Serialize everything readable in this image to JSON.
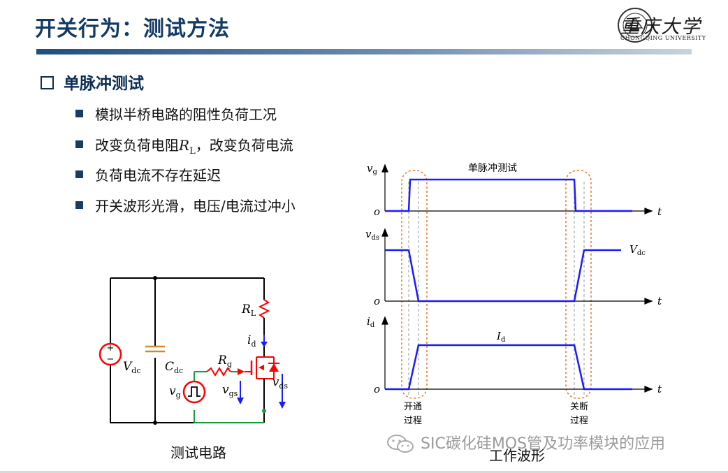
{
  "header": {
    "title": "开关行为：测试方法",
    "logo_name": "重庆大学",
    "logo_en": "CHONGQING UNIVERSITY"
  },
  "section": {
    "heading": "单脉冲测试",
    "bullets": [
      {
        "text": "模拟半桥电路的阻性负荷工况"
      },
      {
        "pre": "改变负荷电阻",
        "math": "R",
        "sub": "L",
        "post": "，改变负荷电流"
      },
      {
        "text": "负荷电流不存在延迟"
      },
      {
        "text": "开关波形光滑，电压/电流过冲小"
      }
    ]
  },
  "circuit": {
    "caption": "测试电路",
    "labels": {
      "vdc": "V",
      "vdc_sub": "dc",
      "cdc": "C",
      "cdc_sub": "dc",
      "rl": "R",
      "rl_sub": "L",
      "id": "i",
      "id_sub": "d",
      "rg": "R",
      "rg_sub": "g",
      "vg": "v",
      "vg_sub": "g",
      "vgs": "v",
      "vgs_sub": "gs",
      "vds": "v",
      "vds_sub": "ds",
      "plus": "+",
      "minus": "−"
    }
  },
  "waveforms": {
    "caption": "工作波形",
    "pulse_label": "单脉冲测试",
    "vg_axis": "v",
    "vg_axis_sub": "g",
    "vds_axis": "v",
    "vds_axis_sub": "ds",
    "id_axis": "i",
    "id_axis_sub": "d",
    "origin": "o",
    "time": "t",
    "vdc_label": "V",
    "vdc_label_sub": "dc",
    "id_level": "I",
    "id_level_sub": "d",
    "turn_on": [
      "开通",
      "过程"
    ],
    "turn_off": [
      "关断",
      "过程"
    ]
  },
  "watermark": {
    "text": "SIC碳化硅MOS管及功率模块的应用"
  },
  "colors": {
    "title": "#123a63",
    "wave": "#1a1aff",
    "circuit_red": "#ff0000",
    "capacitor": "#d08a2a",
    "gate_loop": "#1a9a3a",
    "highlight": "#e8742a"
  }
}
